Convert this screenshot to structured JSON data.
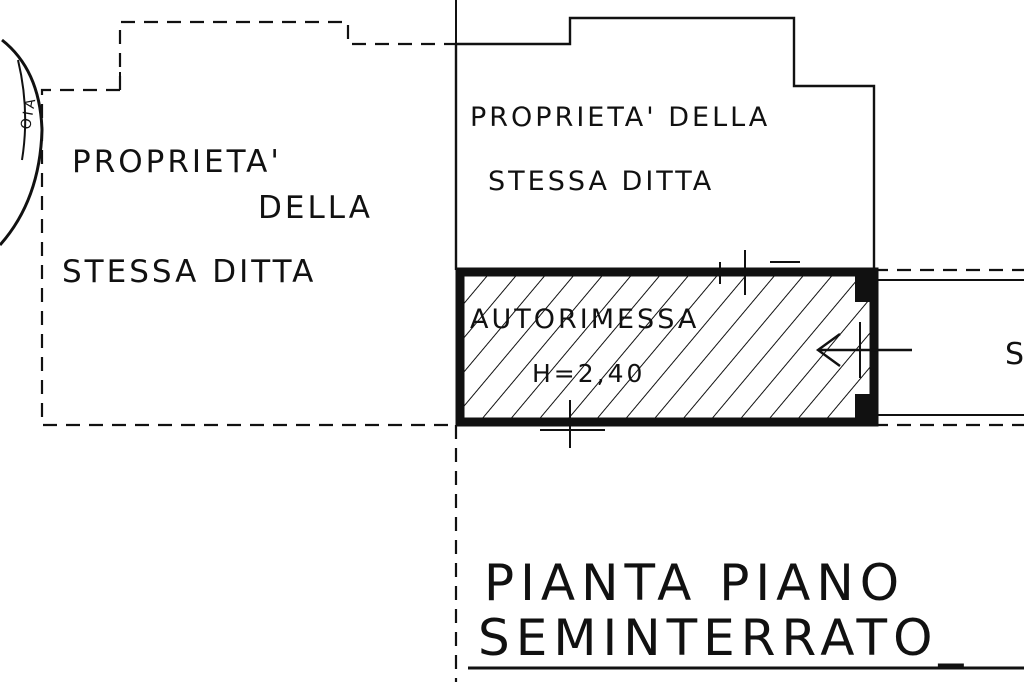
{
  "plan": {
    "left_area_label": [
      "PROPRIETA'",
      "DELLA",
      "STESSA DITTA"
    ],
    "top_area_label": [
      "PROPRIETA' DELLA",
      "STESSA DITTA"
    ],
    "garage": {
      "name": "AUTORIMESSA",
      "height": "H=2,40"
    },
    "partial_right_label": "S",
    "title_line1": "PIANTA PIANO",
    "title_line2": "SEMINTERRATO_"
  },
  "stamp": {
    "text": "OIA"
  },
  "colors": {
    "ink": "#111111",
    "paper": "#ffffff"
  }
}
